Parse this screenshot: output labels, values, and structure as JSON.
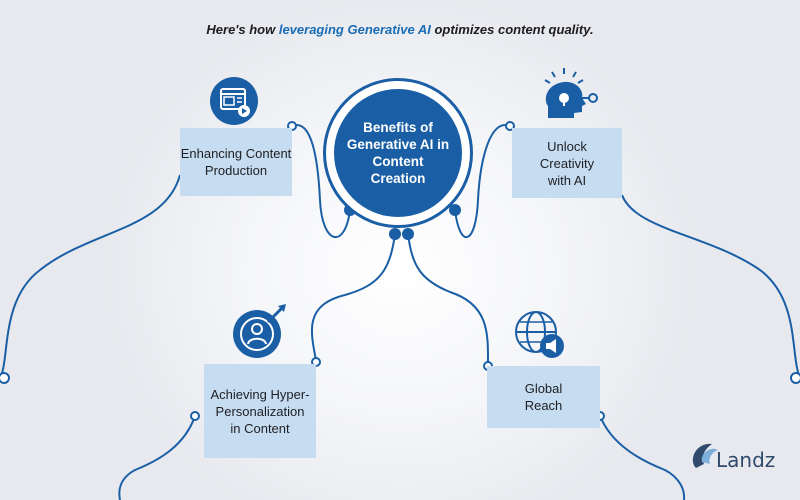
{
  "headline": {
    "prefix": "Here's how ",
    "highlight": "leveraging Generative AI",
    "suffix": " optimizes content quality."
  },
  "center": {
    "label": "Benefits of Generative AI in Content Creation"
  },
  "nodes": [
    {
      "label": "Enhancing Content Production",
      "icon": "content-production-icon"
    },
    {
      "label": "Unlock Creativity with AI",
      "icon": "creative-mind-icon"
    },
    {
      "label": "Achieving Hyper-Personalization in Content",
      "icon": "target-user-icon"
    },
    {
      "label": "Global Reach",
      "icon": "globe-megaphone-icon"
    }
  ],
  "logo": {
    "text": "Landz"
  },
  "colors": {
    "primary": "#1a5fa6",
    "box": "#c6dcf1",
    "highlight": "#1a6cb5"
  }
}
